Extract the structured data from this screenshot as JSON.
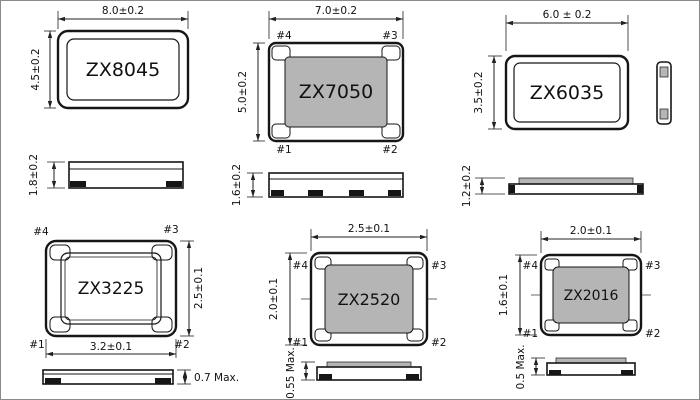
{
  "colors": {
    "package_gray": "#b5b5b5",
    "line": "#1a1a1a"
  },
  "pad_labels": {
    "p1": "#1",
    "p2": "#2",
    "p3": "#3",
    "p4": "#4"
  },
  "packages": {
    "zx8045": {
      "label": "ZX8045",
      "width": "8.0±0.2",
      "height": "4.5±0.2",
      "thickness": "1.8±0.2"
    },
    "zx7050": {
      "label": "ZX7050",
      "width": "7.0±0.2",
      "height": "5.0±0.2",
      "thickness": "1.6±0.2"
    },
    "zx6035": {
      "label": "ZX6035",
      "width": "6.0 ± 0.2",
      "height": "3.5±0.2",
      "thickness": "1.2±0.2"
    },
    "zx3225": {
      "label": "ZX3225",
      "width": "3.2±0.1",
      "height": "2.5±0.1",
      "thickness": "0.7 Max."
    },
    "zx2520": {
      "label": "ZX2520",
      "width": "2.5±0.1",
      "height": "2.0±0.1",
      "thickness": "0.55 Max."
    },
    "zx2016": {
      "label": "ZX2016",
      "width": "2.0±0.1",
      "height": "1.6±0.1",
      "thickness": "0.5 Max."
    }
  }
}
